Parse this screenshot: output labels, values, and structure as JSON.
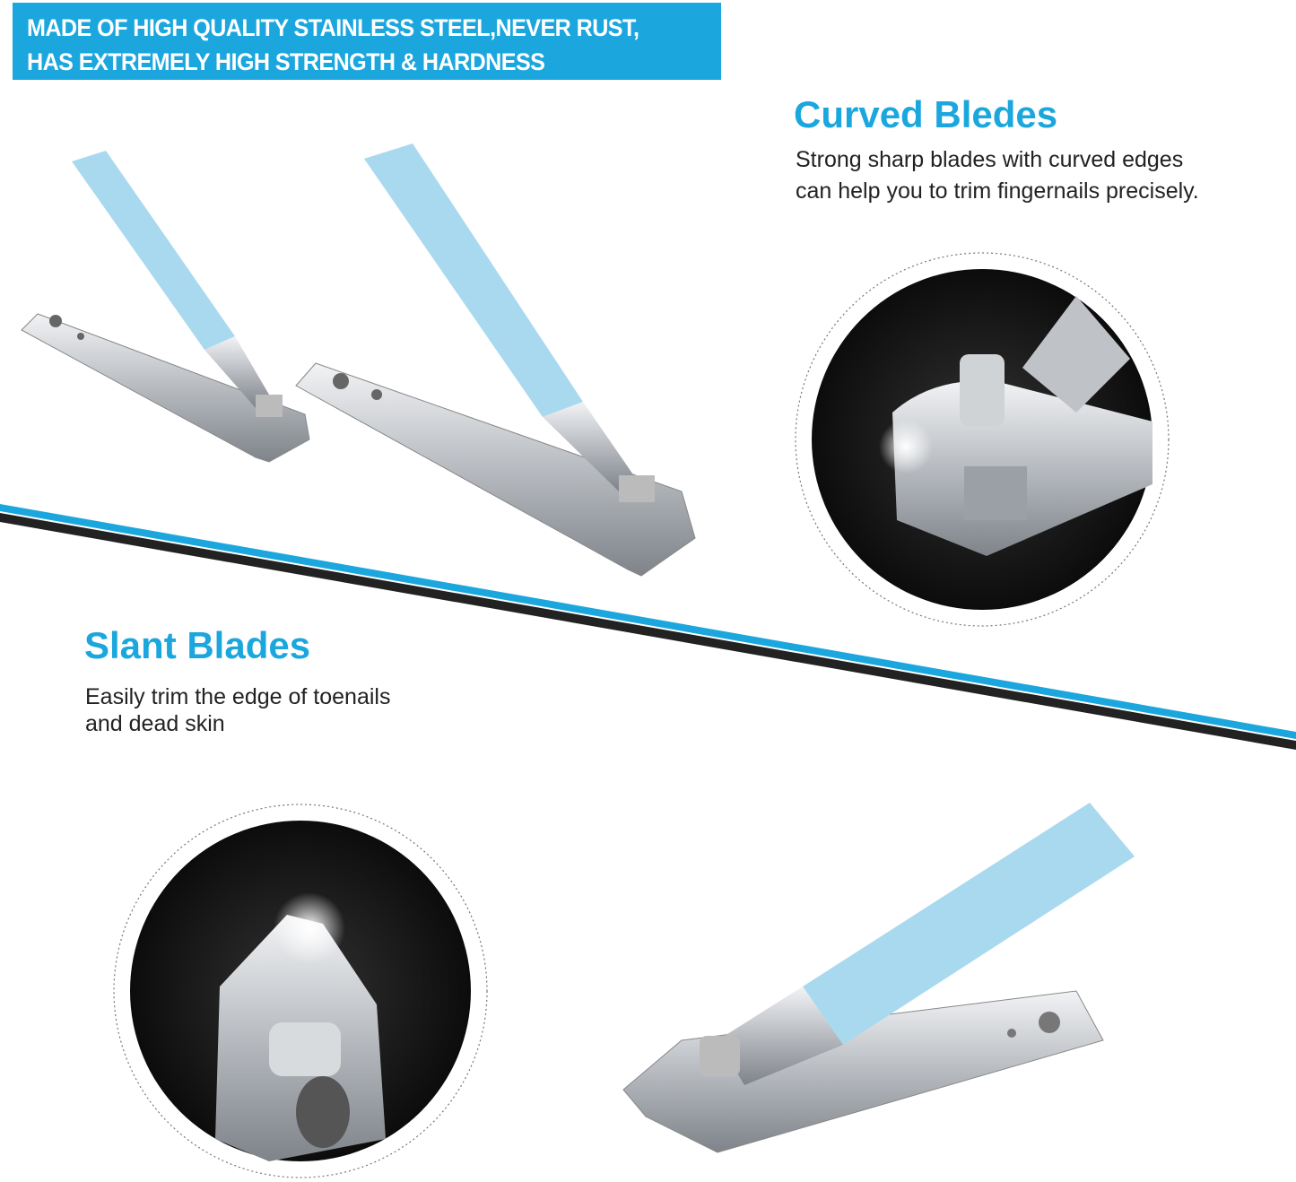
{
  "colors": {
    "accent": "#1ba7de",
    "handle": "#a9d9ef",
    "dark_circle": "#141414",
    "steel": "#c9ccd0"
  },
  "banner": {
    "line1": "MADE OF HIGH QUALITY STAINLESS STEEL,NEVER RUST,",
    "line2": "HAS EXTREMELY HIGH STRENGTH & HARDNESS"
  },
  "curved": {
    "title": "Curved Bledes",
    "line1": "Strong sharp blades with curved edges",
    "line2": "can help you to trim fingernails precisely."
  },
  "slant": {
    "title": "Slant Blades",
    "line1": "Easily trim the edge of toenails",
    "line2": "and dead skin"
  }
}
